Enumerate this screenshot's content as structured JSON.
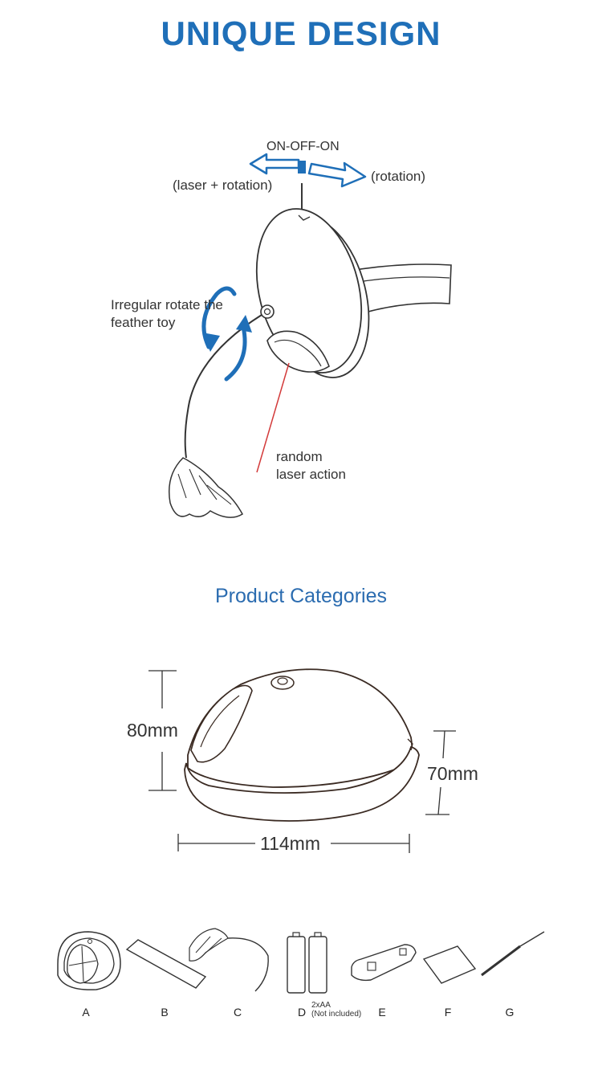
{
  "header": {
    "title": "UNIQUE DESIGN"
  },
  "diagram": {
    "switch_label": "ON-OFF-ON",
    "left_mode": "(laser + rotation)",
    "right_mode": "(rotation)",
    "feather_label_line1": "Irregular rotate the",
    "feather_label_line2": "feather toy",
    "laser_label_line1": "random",
    "laser_label_line2": "laser action"
  },
  "categories": {
    "title": "Product Categories",
    "height_label": "80mm",
    "side_height_label": "70mm",
    "width_label": "114mm"
  },
  "parts": {
    "items": [
      {
        "letter": "A"
      },
      {
        "letter": "B"
      },
      {
        "letter": "C"
      },
      {
        "letter": "D",
        "note_line1": "2xAA",
        "note_line2": "(Not included)"
      },
      {
        "letter": "E"
      },
      {
        "letter": "F"
      },
      {
        "letter": "G"
      }
    ]
  },
  "colors": {
    "accent": "#1f6fb8",
    "laser": "#d33a3a",
    "line": "#333333"
  }
}
